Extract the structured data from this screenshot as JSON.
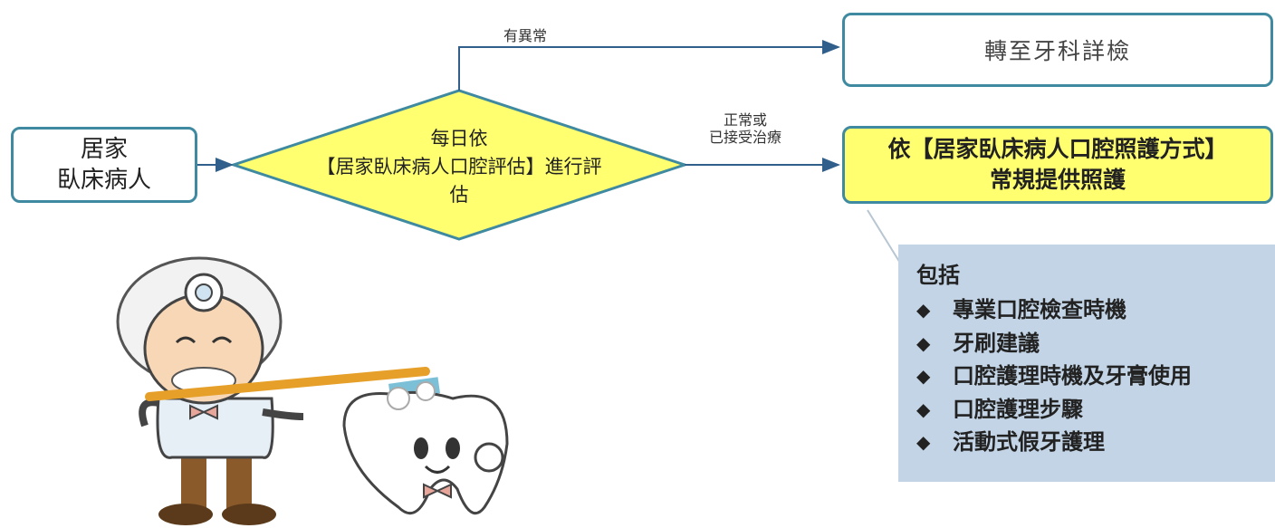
{
  "diagram": {
    "start": {
      "line1": "居家",
      "line2": "臥床病人"
    },
    "decision": {
      "line1": "每日依",
      "line2": "【居家臥床病人口腔評估】進行評",
      "line3": "估"
    },
    "abnormal_label": "有異常",
    "normal_label": {
      "line1": "正常或",
      "line2": "已接受治療"
    },
    "referral": {
      "text": "轉至牙科詳檢"
    },
    "routine": {
      "line1": "依【居家臥床病人口腔照護方式】",
      "line2": "常規提供照護"
    }
  },
  "info_panel": {
    "title": "包括",
    "bullet_icon": "◆",
    "items": [
      "專業口腔檢查時機",
      "牙刷建議",
      "口腔護理時機及牙膏使用",
      "口腔護理步驟",
      "活動式假牙護理"
    ]
  },
  "colors": {
    "node_border": "#3f8aa0",
    "decision_fill": "#ffff70",
    "panel_fill": "#c2d4e6",
    "arrow": "#2f5f8a"
  }
}
